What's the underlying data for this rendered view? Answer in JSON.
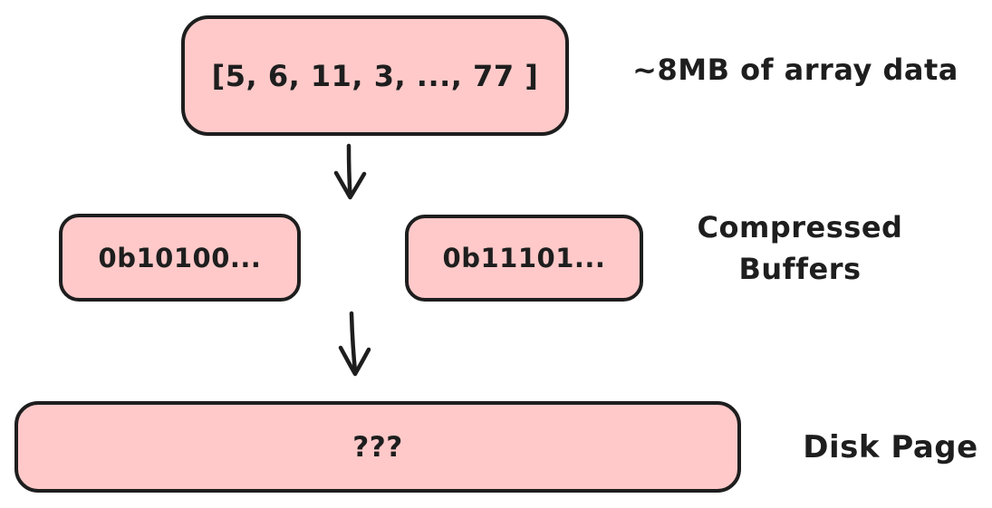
{
  "diagram": {
    "title": "array compression to disk page diagram",
    "colors": {
      "background": "#ffffff",
      "node_fill": "#ffc9c9",
      "stroke": "#1e1e1e"
    },
    "nodes": {
      "array_box": {
        "text": "[5, 6, 11, 3, ..., 77 ]"
      },
      "buffer_left": {
        "text": "0b10100..."
      },
      "buffer_right": {
        "text": "0b11101..."
      },
      "disk_page_box": {
        "text": "???"
      }
    },
    "labels": {
      "array_label": "~8MB of array data",
      "buffers_label": "Compressed Buffers",
      "disk_label": "Disk Page"
    },
    "icons": {
      "arrow_down": "↓"
    }
  }
}
